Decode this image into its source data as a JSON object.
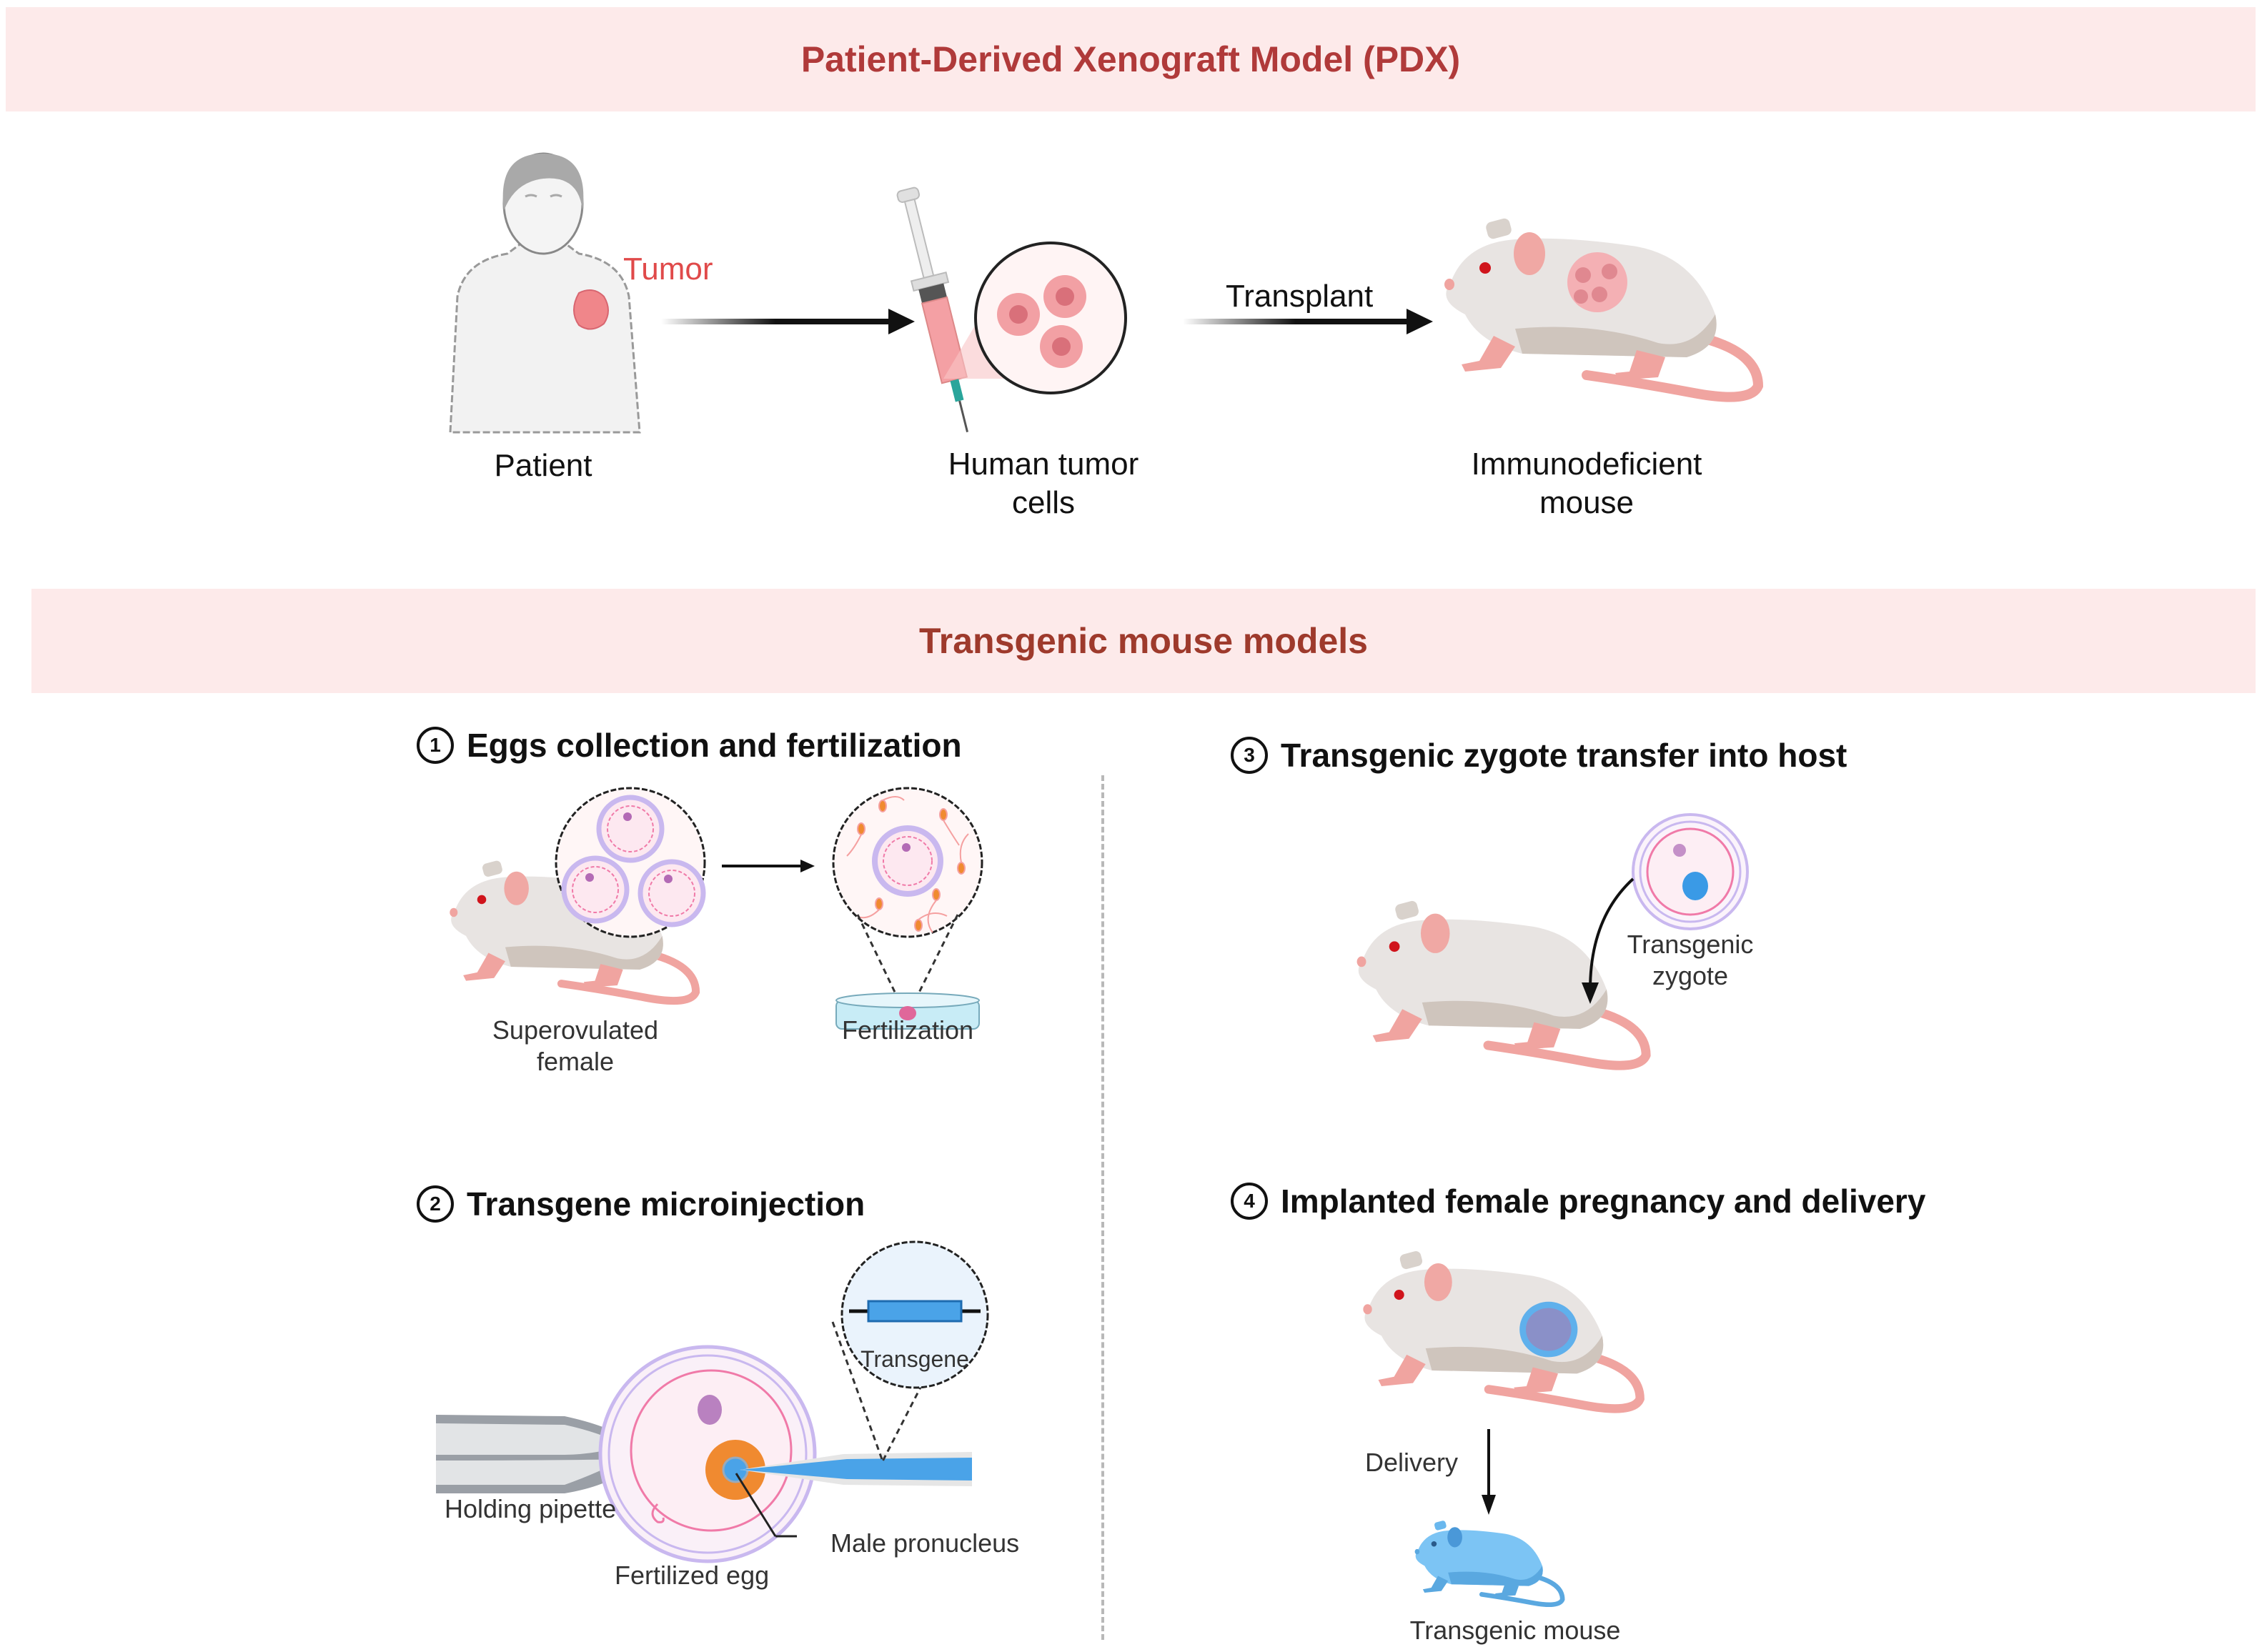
{
  "pdx_section": {
    "title": "Patient-Derived Xenograft Model (PDX)",
    "tumor_label": "Tumor",
    "transplant_label": "Transplant",
    "patient_label": "Patient",
    "cells_label_line1": "Human tumor",
    "cells_label_line2": "cells",
    "mouse_label_line1": "Immunodeficient",
    "mouse_label_line2": "mouse"
  },
  "transgenic_section": {
    "title": "Transgenic mouse models",
    "steps": [
      {
        "number": "1",
        "title": "Eggs collection and fertilization",
        "labels": {
          "female_line1": "Superovulated",
          "female_line2": "female",
          "fertilization": "Fertilization"
        }
      },
      {
        "number": "2",
        "title": "Transgene microinjection",
        "labels": {
          "transgene": "Transgene",
          "holding_pipette": "Holding pipette",
          "male_pronucleus": "Male pronucleus",
          "fertilized_egg": "Fertilized egg"
        }
      },
      {
        "number": "3",
        "title": "Transgenic zygote transfer into host",
        "labels": {
          "zygote_line1": "Transgenic",
          "zygote_line2": "zygote"
        }
      },
      {
        "number": "4",
        "title": "Implanted female pregnancy and delivery",
        "labels": {
          "delivery": "Delivery",
          "transgenic_mouse": "Transgenic mouse"
        }
      }
    ]
  },
  "colors": {
    "banner_bg": "#fdeaea",
    "banner_title_1": "#b03a3a",
    "banner_title_2": "#9e3a2c",
    "tumor_text": "#e04a4a",
    "tumor_pink": "#f0868a",
    "mouse_body": "#e8e4e2",
    "mouse_shadow": "#cfc5bd",
    "mouse_pink": "#f0a4a0",
    "egg_purple": "#c9b8ef",
    "egg_pink": "#f07aa8",
    "transgene_blue": "#4aa3e8",
    "pronucleus_orange": "#f08a30",
    "transgenic_mouse_blue": "#7cc4f4"
  }
}
